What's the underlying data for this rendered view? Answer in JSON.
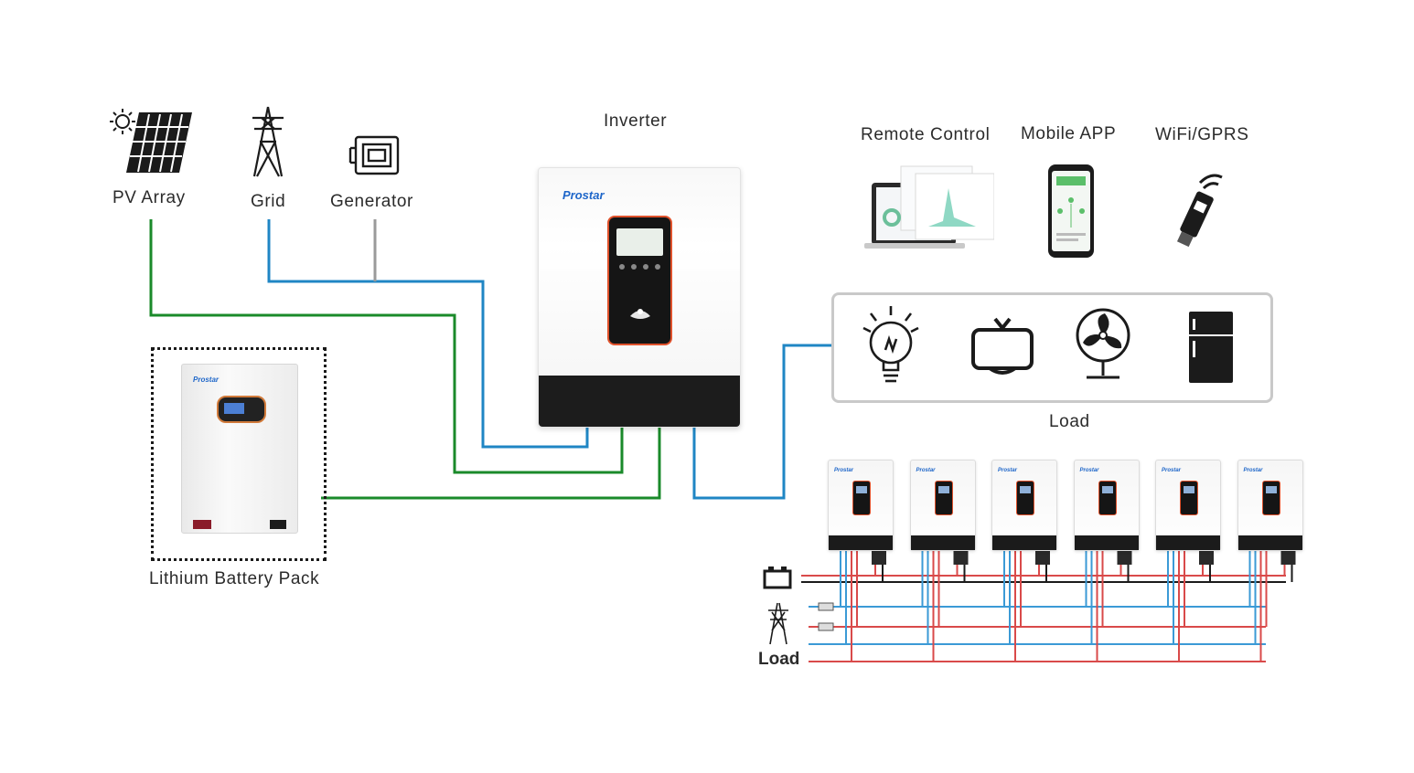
{
  "labels": {
    "pv_array": "PV Array",
    "grid": "Grid",
    "generator": "Generator",
    "inverter": "Inverter",
    "remote_control": "Remote Control",
    "mobile_app": "Mobile APP",
    "wifi_gprs": "WiFi/GPRS",
    "load": "Load",
    "lithium_battery_pack": "Lithium Battery Pack",
    "parallel_load": "Load"
  },
  "brand": "Prostar",
  "colors": {
    "pv_line": "#1a8a2a",
    "grid_line": "#1f86c4",
    "generator_line": "#9a9a9a",
    "bus_red": "#d94a4a",
    "bus_blue": "#3b9ad6",
    "panel_accent": "#e0522c"
  },
  "parallel_units": 6,
  "load_icons": [
    "light-bulb-icon",
    "tv-icon",
    "fan-icon",
    "refrigerator-icon"
  ]
}
